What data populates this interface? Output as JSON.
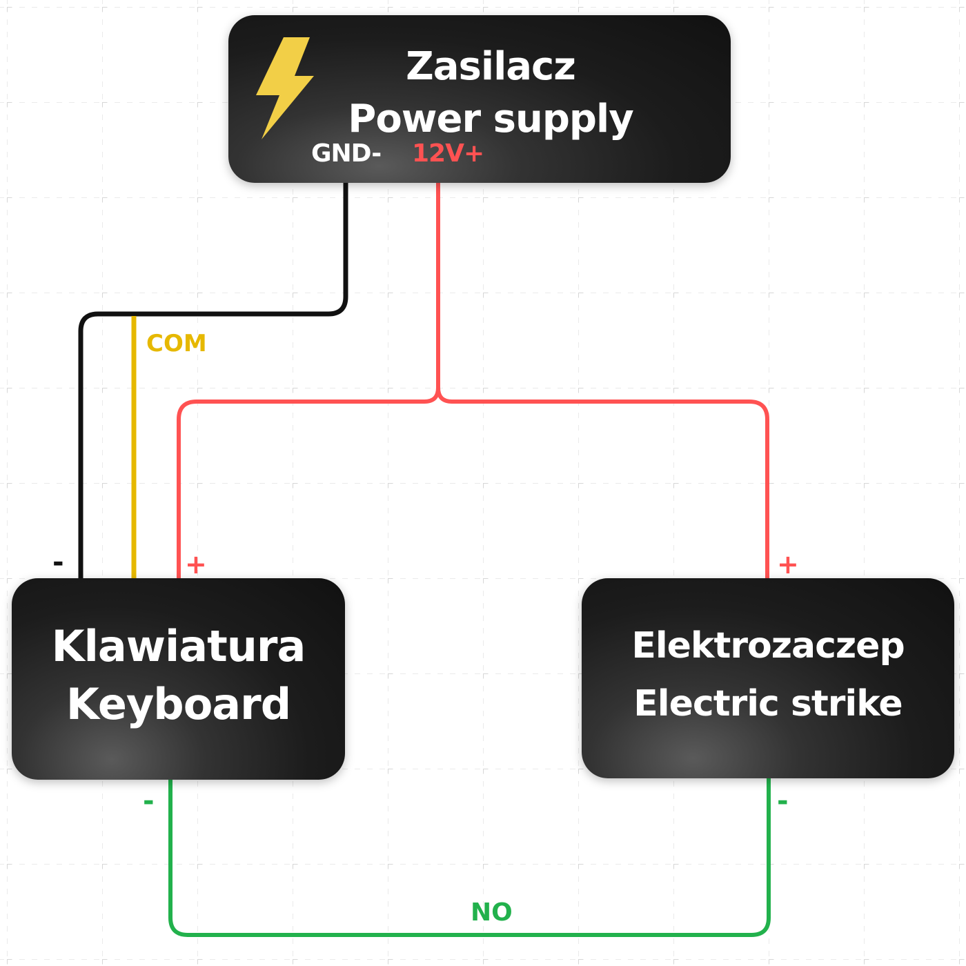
{
  "power_supply": {
    "title_pl": "Zasilacz",
    "title_en": "Power supply",
    "gnd_label": "GND-",
    "v12_label": "12V+"
  },
  "keyboard": {
    "title_pl": "Klawiatura",
    "title_en": "Keyboard",
    "minus_top": "-",
    "plus": "+",
    "minus_bottom": "-"
  },
  "electric_strike": {
    "title_pl": "Elektrozaczep",
    "title_en": "Electric strike",
    "plus": "+",
    "minus_bottom": "-"
  },
  "wires": {
    "com_label": "COM",
    "no_label": "NO"
  },
  "colors": {
    "ground": "#111111",
    "positive": "#ff5252",
    "com": "#e6b800",
    "no": "#22b14c",
    "bolt": "#f2cf47",
    "box": "#1c1c1c"
  },
  "icons": {
    "bolt": "lightning-bolt-icon"
  }
}
